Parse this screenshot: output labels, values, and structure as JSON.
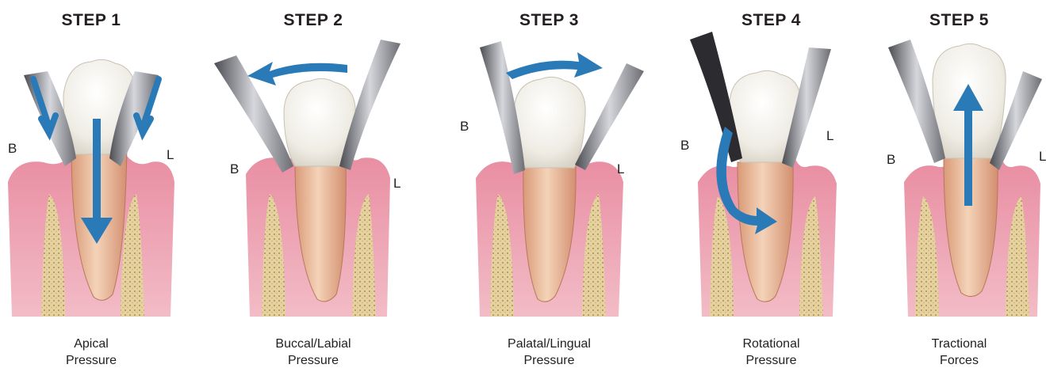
{
  "steps": [
    {
      "title": "STEP 1",
      "caption_line1": "Apical",
      "caption_line2": "Pressure",
      "buccal": "B",
      "lingual": "L",
      "arrow": "apical-down"
    },
    {
      "title": "STEP 2",
      "caption_line1": "Buccal/Labial",
      "caption_line2": "Pressure",
      "buccal": "B",
      "lingual": "L",
      "arrow": "buccal-curve"
    },
    {
      "title": "STEP 3",
      "caption_line1": "Palatal/Lingual",
      "caption_line2": "Pressure",
      "buccal": "B",
      "lingual": "L",
      "arrow": "lingual-curve"
    },
    {
      "title": "STEP 4",
      "caption_line1": "Rotational",
      "caption_line2": "Pressure",
      "buccal": "B",
      "lingual": "L",
      "arrow": "rotation-curve"
    },
    {
      "title": "STEP 5",
      "caption_line1": "Tractional",
      "caption_line2": "Forces",
      "buccal": "B",
      "lingual": "L",
      "arrow": "traction-up"
    }
  ],
  "colors": {
    "arrow": "#2a7ab8",
    "gum": "#e07f96",
    "bone": "#e3cf9a",
    "crown": "#f4f2ec",
    "root": "#e8b99a",
    "forceps": "#8a8c92"
  }
}
